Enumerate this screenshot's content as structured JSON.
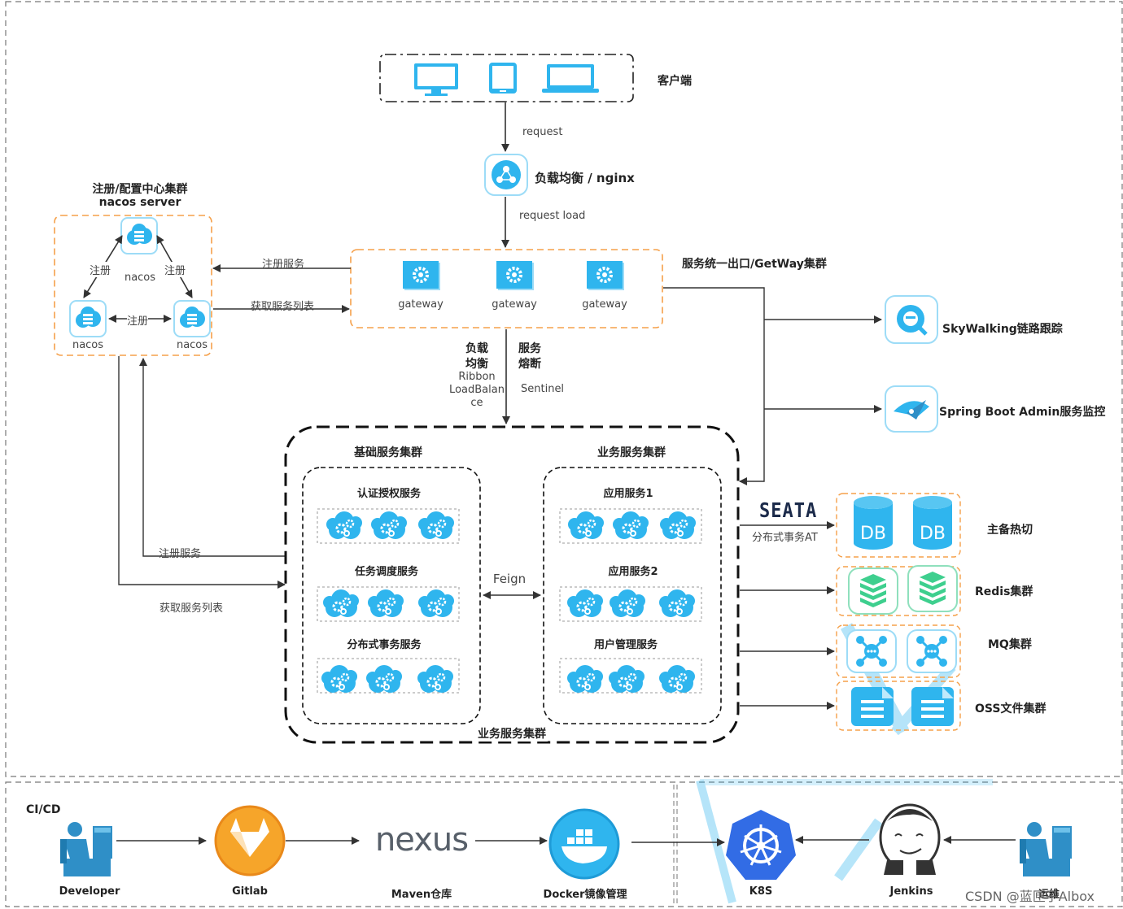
{
  "client": {
    "label": "客户端"
  },
  "lb": {
    "label": "负载均衡 / nginx",
    "request": "request",
    "request_load": "request load"
  },
  "registry": {
    "title": "注册/配置中心集群",
    "subtitle": "nacos server",
    "nodes": [
      "nacos",
      "nacos",
      "nacos"
    ],
    "edge_label": "注册",
    "register_service": "注册服务",
    "fetch_list": "获取服务列表"
  },
  "gateway": {
    "cluster_label": "服务统一出口/GetWay集群",
    "nodes": [
      "gateway",
      "gateway",
      "gateway"
    ]
  },
  "edges": {
    "lb_title": "负载\n均衡",
    "ribbon": "Ribbon\nLoadBalan\nce",
    "breaker_title": "服务\n熔断",
    "sentinel": "Sentinel",
    "feign": "Feign"
  },
  "base_cluster": {
    "title": "基础服务集群",
    "services": [
      "认证授权服务",
      "任务调度服务",
      "分布式事务服务"
    ]
  },
  "biz_cluster": {
    "title": "业务服务集群",
    "services": [
      "应用服务1",
      "应用服务2",
      "用户管理服务"
    ]
  },
  "outer_cluster_label": "业务服务集群",
  "monitoring": {
    "skywalking": "SkyWalking链路跟踪",
    "sba": "Spring Boot Admin服务监控"
  },
  "seata": {
    "logo": "SEATA",
    "caption": "分布式事务AT"
  },
  "storage": {
    "db_label": "DB",
    "db_cluster": "主备热切",
    "redis": "Redis集群",
    "mq": "MQ集群",
    "oss": "OSS文件集群"
  },
  "cicd": {
    "title": "CI/CD",
    "developer": "Developer",
    "gitlab": "Gitlab",
    "nexus_logo": "nexus",
    "maven": "Maven仓库",
    "docker": "Docker镜像管理",
    "k8s": "K8S",
    "jenkins": "Jenkins",
    "ops": "运维"
  },
  "watermark": "CSDN @蓝匣子Albox",
  "colors": {
    "blue": "#2fb5ee",
    "orange": "#f5a04a",
    "green": "#3ecf8e",
    "dark": "#222222"
  }
}
